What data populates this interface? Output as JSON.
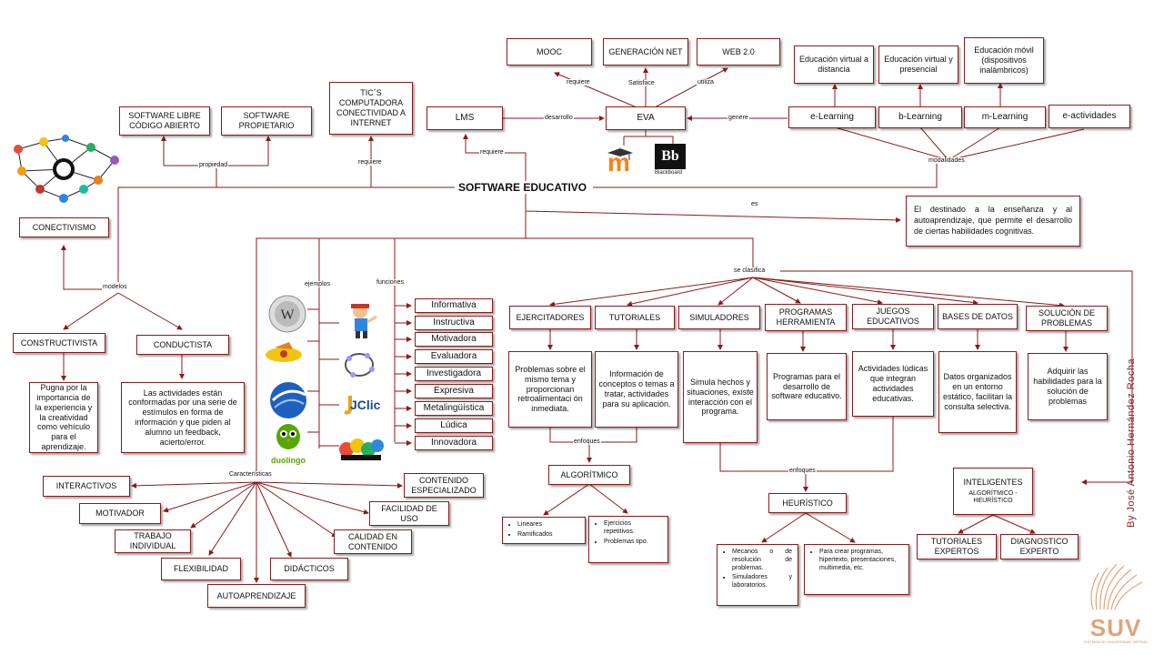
{
  "center": "SOFTWARE EDUCATIVO",
  "top_left": {
    "label_propiedad": "propiedad",
    "software_libre": "SOFTWARE LIBRE CÓDIGO ABIERTO",
    "software_propietario": "SOFTWARE PROPIETARIO",
    "label_requiere": "requiere",
    "tics": "TIC´S COMPUTADORA CONECTIVIDAD A INTERNET"
  },
  "eva_section": {
    "mooc": "MOOC",
    "generacion_net": "GENERACIÓN NET",
    "web20": "WEB 2.0",
    "label_requiere_top": "requiere",
    "label_satisface": "Satisface",
    "label_utiliza": "utiliza",
    "lms": "LMS",
    "label_desarrollo": "desarrollo",
    "eva": "EVA",
    "label_requiere": "requiere",
    "label_genere": "genere",
    "moodle_label": "m",
    "blackboard_label": "Bb",
    "blackboard_caption": "Blackboard"
  },
  "modalidades": {
    "label": "modalidades",
    "elearning_desc": "Educación virtual a distancia",
    "blearning_desc": "Educación virtual y presencial",
    "mlearning_desc": "Educación móvil (dispositivos inalámbricos)",
    "elearning": "e-Learning",
    "blearning": "b-Learning",
    "mlearning": "m-Learning",
    "eactividades": "e-actividades"
  },
  "definicion": {
    "label_es": "es",
    "text": "El destinado a la enseñanza y al autoaprendizaje, que permite el desarrollo de ciertas habilidades cognitivas."
  },
  "modelos": {
    "conectivismo": "CONECTIVISMO",
    "label_modelos": "modelos",
    "constructivista": "CONSTRUCTIVISTA",
    "conductista": "CONDUCTISTA",
    "constructivista_desc": "Pugna por la importancia de la experiencia y la creatividad como vehículo para el aprendizaje.",
    "conductista_desc": "Las actividades están conformadas por una serie de estímulos en forma de información y que piden al alumno un feedback, acierto/error."
  },
  "ejemplos": {
    "label": "ejemplos",
    "duolingo_label": "duolingo",
    "jclic_label": "JClic"
  },
  "funciones": {
    "label": "funciones",
    "items": [
      "Informativa",
      "Instructiva",
      "Motivadora",
      "Evaluadora",
      "Investigadora",
      "Expresiva",
      "Metalingüística",
      "Lúdica",
      "Innovadora"
    ]
  },
  "caracteristicas": {
    "label": "Características",
    "interactivos": "INTERACTIVOS",
    "motivador": "MOTIVADOR",
    "trabajo_individual": "TRABAJO INDIVIDUAL",
    "flexibilidad": "FLEXIBILIDAD",
    "autoaprendizaje": "AUTOAPRENDIZAJE",
    "didacticos": "DIDÁCTICOS",
    "calidad": "CALIDAD EN CONTENIDO",
    "facilidad": "FACILIDAD DE USO",
    "contenido": "CONTENIDO ESPECIALIZADO"
  },
  "clasificacion": {
    "label": "se clasifica",
    "ejercitadores": "EJERCITADORES",
    "tutoriales": "TUTORIALES",
    "simuladores": "SIMULADORES",
    "programas": "PROGRAMAS HERRAMIENTA",
    "juegos": "JUEGOS EDUCATIVOS",
    "bases": "BASES DE DATOS",
    "solucion": "SOLUCIÓN DE PROBLEMAS",
    "ejercitadores_desc": "Problemas sobre el mismo tema y proporcionan retroalimentaci ón inmediata.",
    "tutoriales_desc": "Información de conceptos o temas a tratar, actividades para su aplicación.",
    "simuladores_desc": "Simula hechos y situaciones, existe interacción con el programa.",
    "programas_desc": "Programas para el desarrollo de software educativo.",
    "juegos_desc": "Actividades lúdicas que integran actividades educativas.",
    "bases_desc": "Datos organizados en un entorno estático, facilitan la consulta selectiva.",
    "solucion_desc": "Adquirir las habilidades para la solución de problemas"
  },
  "enfoques": {
    "label_1": "enfoques",
    "label_2": "enfoques",
    "algoritmico": "ALGORÍTMICO",
    "alg_list_1": [
      "Lineares",
      "Ramificados"
    ],
    "alg_list_2": [
      "Ejercicios repetitivos.",
      "Problemas tipo."
    ],
    "heuristico": "HEURÍSTICO",
    "heu_list_1": [
      "Mecanos o de resolución de problemas.",
      "Simuladores y laboratorios."
    ],
    "heu_list_2": [
      "Para crear programas, hipertexto, presentaciones, multimedia, etc."
    ]
  },
  "inteligentes": {
    "title": "INTELIGENTES",
    "subtitle": "ALGORÍTMICO - HEURÍSTICO",
    "tutoriales_expertos": "TUTORIALES EXPERTOS",
    "diagnostico": "DIAGNOSTICO EXPERTO"
  },
  "author": "By José Antonio Hernández Rocha",
  "suv_logo": "SUV",
  "suv_caption": "SISTEMA DE UNIVERSIDAD VIRTUAL",
  "colors": {
    "line": "#8b1a1a",
    "box_border": "#8b1a1a"
  }
}
